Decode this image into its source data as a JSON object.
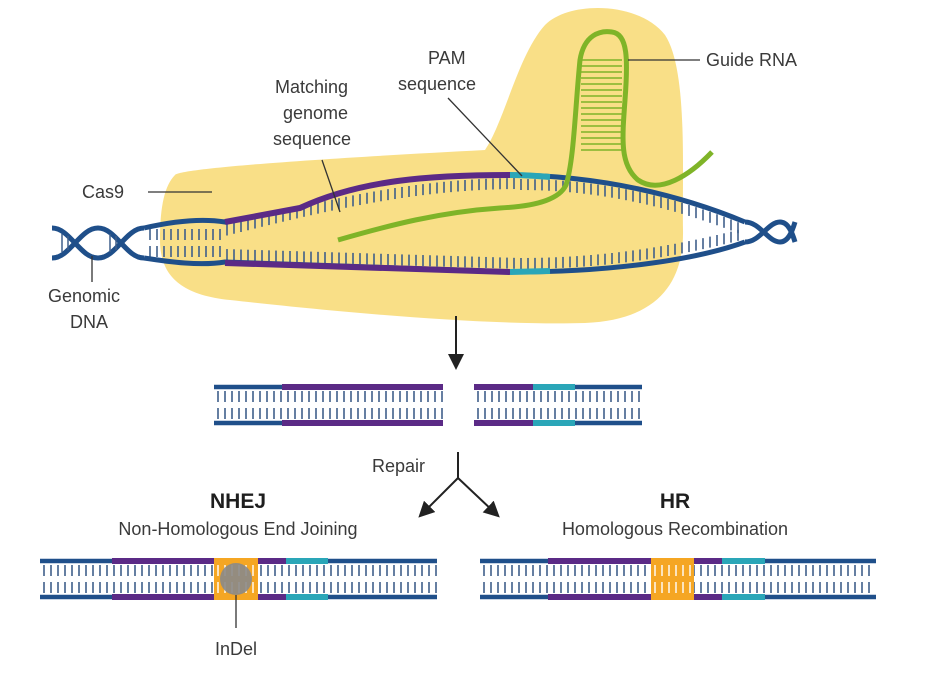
{
  "labels": {
    "cas9": "Cas9",
    "genomic_dna": [
      "Genomic",
      "DNA"
    ],
    "matching": [
      "Matching",
      "genome",
      "sequence"
    ],
    "pam": [
      "PAM",
      "sequence"
    ],
    "guide_rna": "Guide RNA",
    "repair": "Repair",
    "indel": "InDel"
  },
  "nhej": {
    "title": "NHEJ",
    "subtitle": "Non-Homologous End Joining"
  },
  "hr": {
    "title": "HR",
    "subtitle": "Homologous Recombination"
  },
  "colors": {
    "dna_blue": "#1f4f8a",
    "rung": "#3f5f8a",
    "purple": "#5b2a86",
    "teal": "#2aa6b8",
    "green": "#7fb428",
    "cas9_yellow": "#f8dc7a",
    "orange": "#f5a623",
    "indel_grey": "#8a8a8a"
  }
}
